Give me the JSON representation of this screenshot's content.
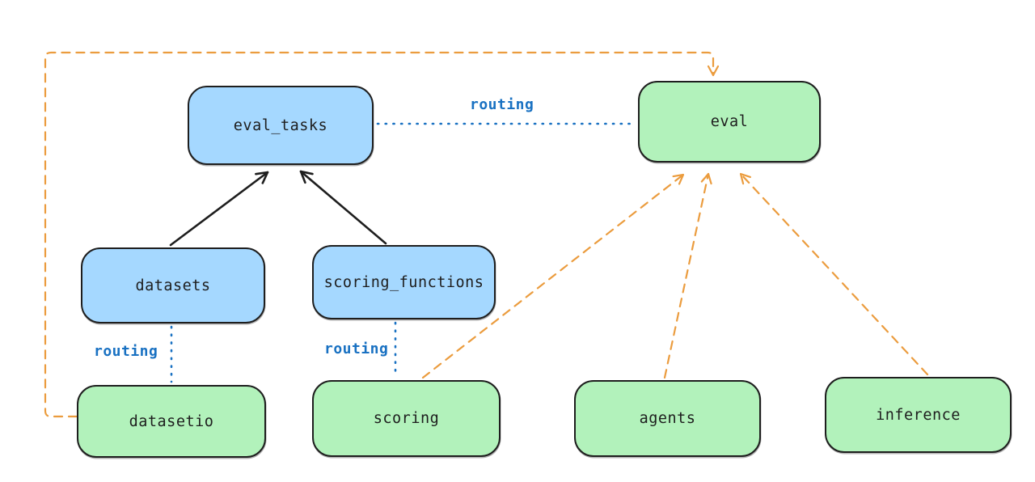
{
  "colors": {
    "background": "#ffffff",
    "node_stroke": "#1e1e1e",
    "blue_node_fill": "#a5d8ff",
    "green_node_fill": "#b2f2bb",
    "routing_line_blue": "#1971c2",
    "dashed_line_orange": "#eb9c3e"
  },
  "nodes": {
    "eval_tasks": "eval_tasks",
    "eval": "eval",
    "datasets": "datasets",
    "scoring_functions": "scoring_functions",
    "datasetio": "datasetio",
    "scoring": "scoring",
    "agents": "agents",
    "inference": "inference"
  },
  "edges": [
    {
      "from": "datasets",
      "to": "eval_tasks",
      "style": "solid-arrow",
      "color": "black",
      "label": ""
    },
    {
      "from": "scoring_functions",
      "to": "eval_tasks",
      "style": "solid-arrow",
      "color": "black",
      "label": ""
    },
    {
      "from": "eval_tasks",
      "to": "eval",
      "style": "dotted",
      "color": "blue",
      "label": "routing"
    },
    {
      "from": "datasets",
      "to": "datasetio",
      "style": "dotted",
      "color": "blue",
      "label": "routing"
    },
    {
      "from": "scoring_functions",
      "to": "scoring",
      "style": "dotted",
      "color": "blue",
      "label": "routing"
    },
    {
      "from": "datasetio",
      "to": "eval",
      "style": "dashed-arrow",
      "color": "orange",
      "label": ""
    },
    {
      "from": "scoring",
      "to": "eval",
      "style": "dashed-arrow",
      "color": "orange",
      "label": ""
    },
    {
      "from": "agents",
      "to": "eval",
      "style": "dashed-arrow",
      "color": "orange",
      "label": ""
    },
    {
      "from": "inference",
      "to": "eval",
      "style": "dashed-arrow",
      "color": "orange",
      "label": ""
    }
  ]
}
